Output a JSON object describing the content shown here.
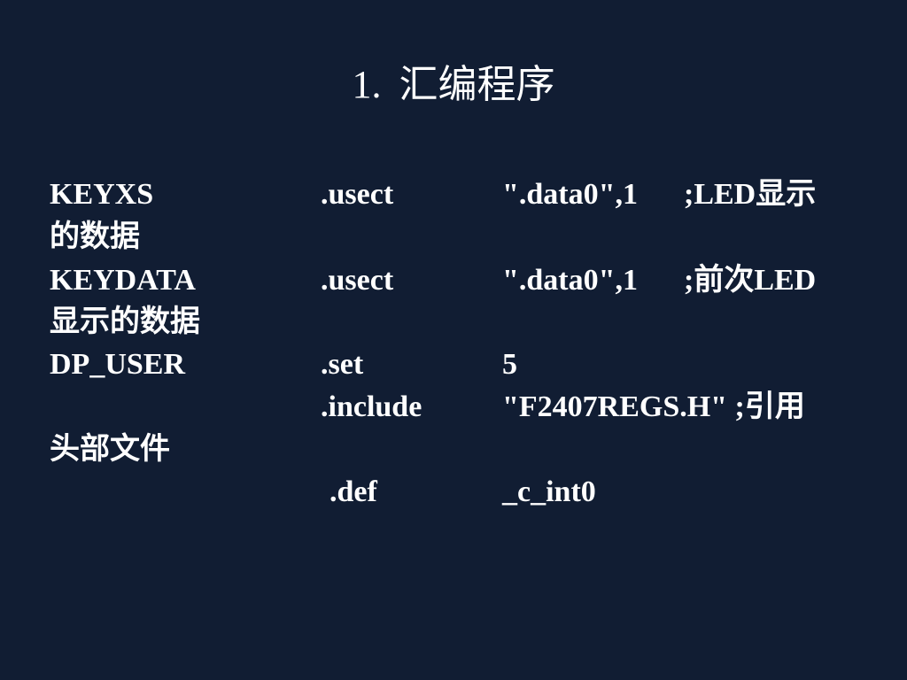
{
  "slide": {
    "title_number": "1.",
    "title_text": "汇编程序",
    "code": {
      "line1": {
        "symbol": "KEYXS",
        "directive": ".usect",
        "operand": "\".data0\",1",
        "comment": ";LED显示",
        "comment_wrap": "的数据"
      },
      "line2": {
        "symbol": "KEYDATA",
        "directive": ".usect",
        "operand": "\".data0\",1",
        "comment": ";前次LED",
        "comment_wrap": "显示的数据"
      },
      "line3": {
        "symbol": "DP_USER",
        "directive": ".set",
        "operand": "5"
      },
      "line4": {
        "directive": ".include",
        "operand": "\"F2407REGS.H\" ;引用",
        "comment_wrap": "头部文件"
      },
      "line5": {
        "directive": ".def",
        "operand": "_c_int0"
      }
    }
  }
}
